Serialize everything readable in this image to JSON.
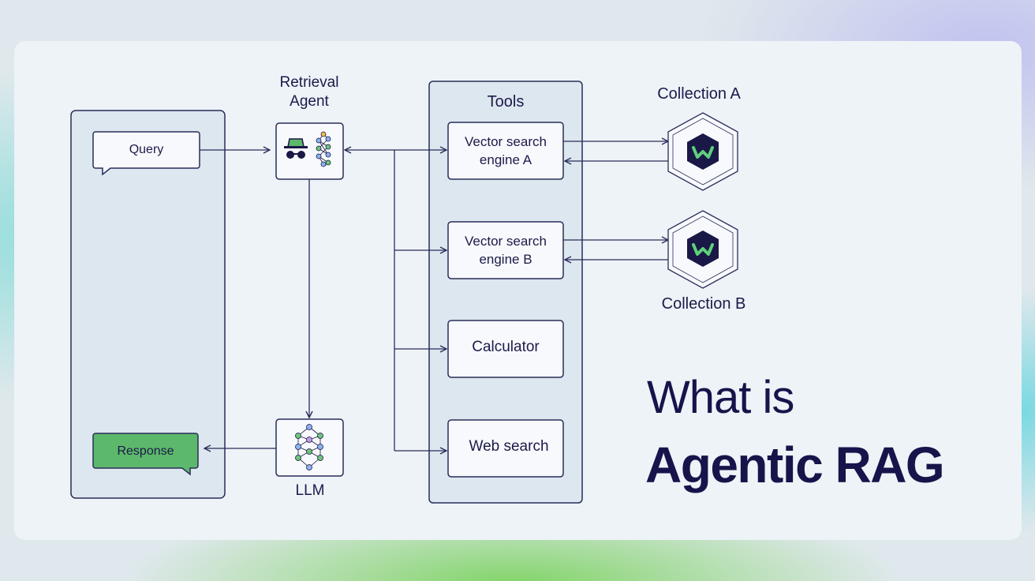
{
  "diagram": {
    "retrieval_agent_label": "Retrieval\nAgent",
    "tools_label": "Tools",
    "llm_label": "LLM",
    "query_label": "Query",
    "response_label": "Response",
    "tools": [
      "Vector search\nengine A",
      "Vector search\nengine B",
      "Calculator",
      "Web search"
    ],
    "collection_a_label": "Collection A",
    "collection_b_label": "Collection B"
  },
  "headline": {
    "line1": "What is",
    "line2": "Agentic RAG"
  },
  "colors": {
    "ink": "#1c1a4a",
    "panel": "#dde7ef",
    "response_green": "#5cb86a",
    "agent_hat_green": "#5cb86a",
    "cube_dark": "#191846",
    "logo_green": "#5fcf7b",
    "node_blue": "#8ab4f0",
    "node_green": "#6fc47a"
  },
  "icons": [
    "spy-agent-icon",
    "neural-network-icon",
    "weaviate-logo-icon"
  ]
}
